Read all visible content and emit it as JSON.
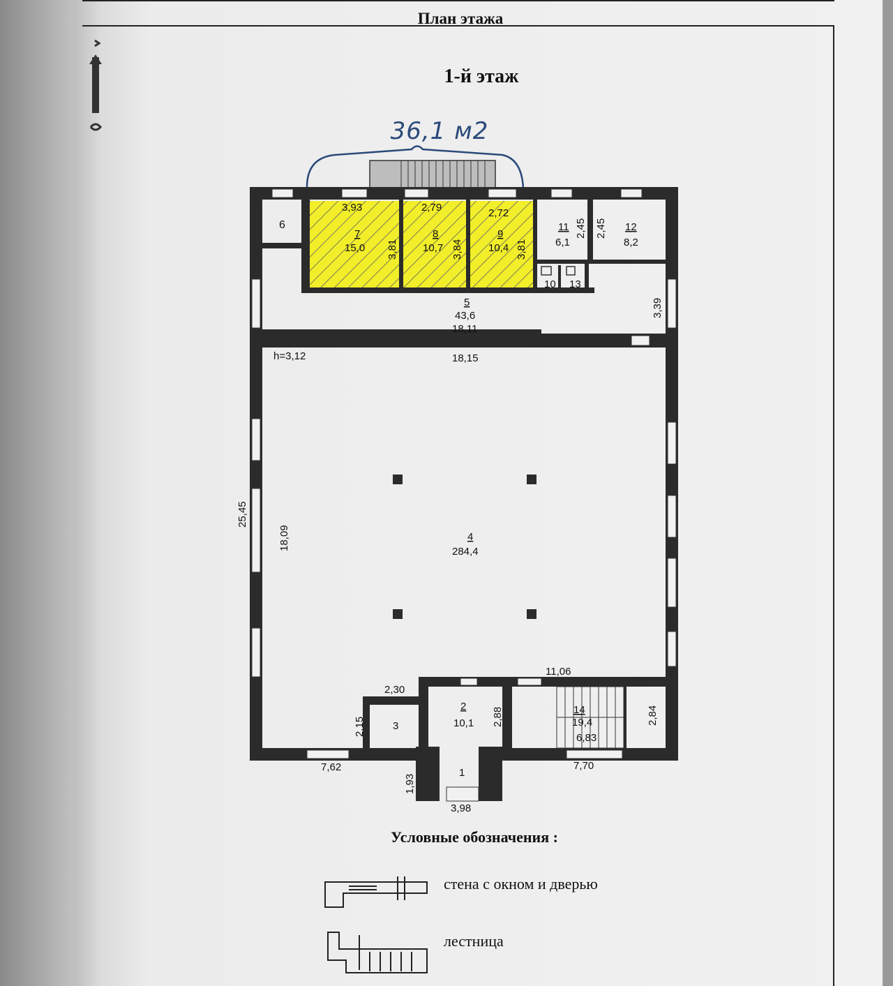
{
  "sheet": {
    "title": "План этажа",
    "floor_title": "1-й этаж",
    "handwritten_note": "36,1 м2"
  },
  "rooms": [
    {
      "id": "1",
      "number": "1",
      "area": ""
    },
    {
      "id": "2",
      "number": "2",
      "area": "10,1"
    },
    {
      "id": "3",
      "number": "3",
      "area": ""
    },
    {
      "id": "4",
      "number": "4",
      "area": "284,4"
    },
    {
      "id": "5",
      "number": "5",
      "area": "43,6"
    },
    {
      "id": "6",
      "number": "6",
      "area": ""
    },
    {
      "id": "7",
      "number": "7",
      "area": "15,0",
      "highlighted": true
    },
    {
      "id": "8",
      "number": "8",
      "area": "10,7",
      "highlighted": true
    },
    {
      "id": "9",
      "number": "9",
      "area": "10,4",
      "highlighted": true
    },
    {
      "id": "10",
      "number": "10",
      "area": ""
    },
    {
      "id": "11",
      "number": "11",
      "area": "6,1"
    },
    {
      "id": "12",
      "number": "12",
      "area": "8,2"
    },
    {
      "id": "13",
      "number": "13",
      "area": ""
    },
    {
      "id": "14",
      "number": "14",
      "area": "19,4"
    }
  ],
  "dimensions": {
    "r7_width": "3,93",
    "r8_width": "2,79",
    "r9_width": "2,72",
    "r7_depth": "3,81",
    "r8_depth": "3,84",
    "r9_depth": "3,81",
    "r11_depth": "2,45",
    "r12_depth": "2,45",
    "r5_depth": "3,39",
    "r5_length": "18,11",
    "r4_length": "18,15",
    "ceiling_height": "h=3,12",
    "overall_height": "25,45",
    "r4_depth": "18,09",
    "r14_length": "11,06",
    "r3_width": "2,30",
    "r3_depth": "2,15",
    "r2_depth": "2,88",
    "r14_depth": "2,84",
    "r14_inner": "6,83",
    "bottom_left": "7,62",
    "bottom_right": "7,70",
    "r1_depth": "1,93",
    "r1_width": "3,98"
  },
  "legend": {
    "title": "Условные обозначения :",
    "items": [
      {
        "label": "стена с окном и дверью"
      },
      {
        "label": "лестница"
      }
    ]
  },
  "colors": {
    "highlight": "#f2ee2a",
    "wall": "#2b2b2b",
    "ink": "#111111",
    "pen": "#2b4a7a"
  }
}
